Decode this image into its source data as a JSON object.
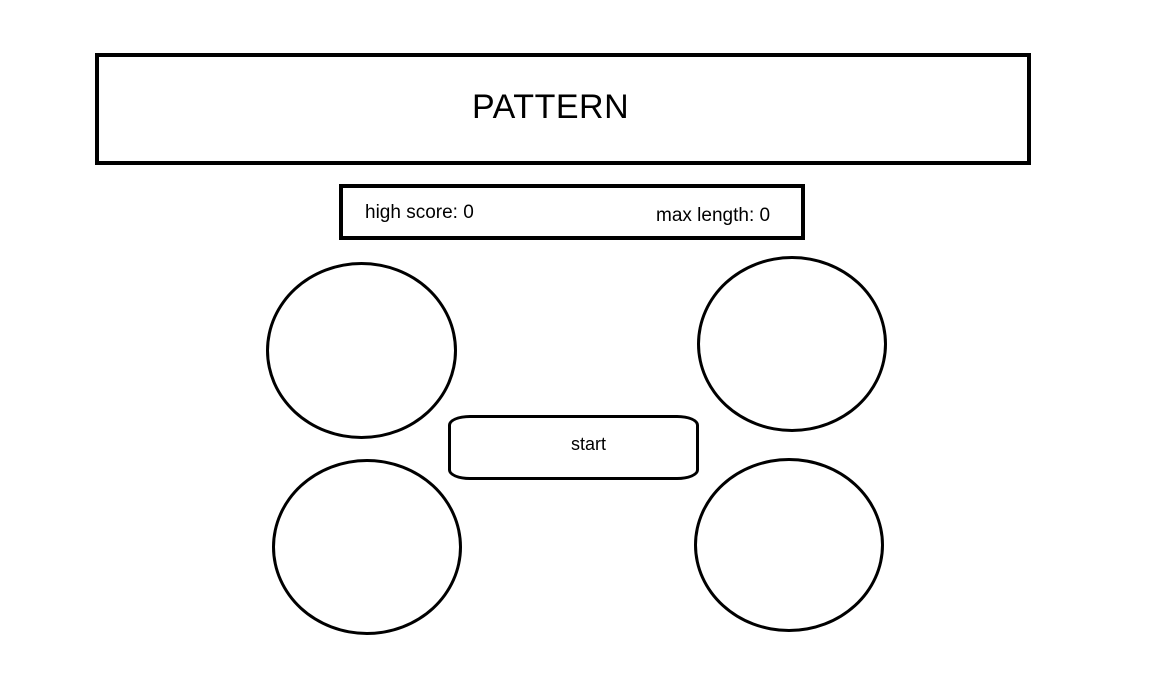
{
  "game": {
    "title": "PATTERN",
    "high_score_label": "high score: 0",
    "max_length_label": "max length: 0",
    "start_label": "start"
  },
  "pads": [
    "top-left",
    "top-right",
    "bottom-left",
    "bottom-right"
  ]
}
